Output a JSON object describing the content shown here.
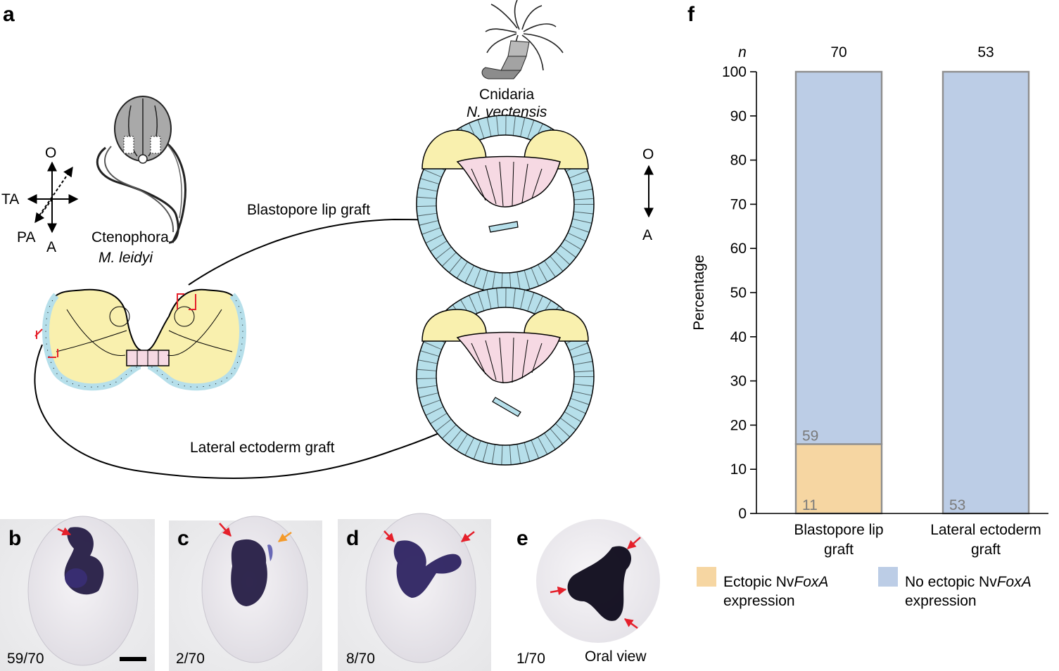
{
  "panel_letters": {
    "a": "a",
    "b": "b",
    "c": "c",
    "d": "d",
    "e": "e",
    "f": "f"
  },
  "axes_labels": {
    "O": "O",
    "TA": "TA",
    "PA": "PA",
    "A": "A",
    "O2": "O",
    "A2": "A"
  },
  "ctenophora": {
    "phylum": "Ctenophora",
    "species": "M. leidyi"
  },
  "cnidaria": {
    "phylum": "Cnidaria",
    "species": "N. vectensis"
  },
  "grafts": {
    "blastopore": "Blastopore lip graft",
    "lateral": "Lateral ectoderm graft"
  },
  "photos": [
    {
      "count": "59/70",
      "note": ""
    },
    {
      "count": "2/70",
      "note": ""
    },
    {
      "count": "8/70",
      "note": ""
    },
    {
      "count": "1/70",
      "note": "Oral view"
    }
  ],
  "colors": {
    "ectopic": "#f6d6a2",
    "no_ectopic": "#bccde6",
    "bar_stroke": "#8e8e8e",
    "ectoderm_blue": "#b6dfea",
    "endoderm_yellow": "#f9f0ae",
    "pharynx_pink": "#f6d9e3",
    "arrow_red": "#e5202b",
    "arrow_orange": "#f49a2a",
    "stain": "#1f1740"
  },
  "chart_data": {
    "type": "bar",
    "stacked": true,
    "n_label": "n",
    "n_values": [
      "70",
      "53"
    ],
    "categories": [
      "Blastopore lip graft",
      "Lateral ectoderm graft"
    ],
    "category_lines": [
      [
        "Blastopore lip",
        "graft"
      ],
      [
        "Lateral ectoderm",
        "graft"
      ]
    ],
    "ylabel": "Percentage",
    "ylim": [
      0,
      100
    ],
    "yticks": [
      0,
      10,
      20,
      30,
      40,
      50,
      60,
      70,
      80,
      90,
      100
    ],
    "series": [
      {
        "name": "Ectopic NvFoxA expression",
        "values": [
          15.7,
          0
        ],
        "counts": [
          "11",
          ""
        ]
      },
      {
        "name": "No ectopic NvFoxA expression",
        "values": [
          84.3,
          100
        ],
        "counts": [
          "59",
          "53"
        ]
      }
    ],
    "legend": [
      {
        "line1_prefix": "Ectopic Nv",
        "line1_italic": "FoxA",
        "line2": "expression"
      },
      {
        "line1_prefix": "No ectopic Nv",
        "line1_italic": "FoxA",
        "line2": "expression"
      }
    ],
    "legend_position": "bottom"
  }
}
